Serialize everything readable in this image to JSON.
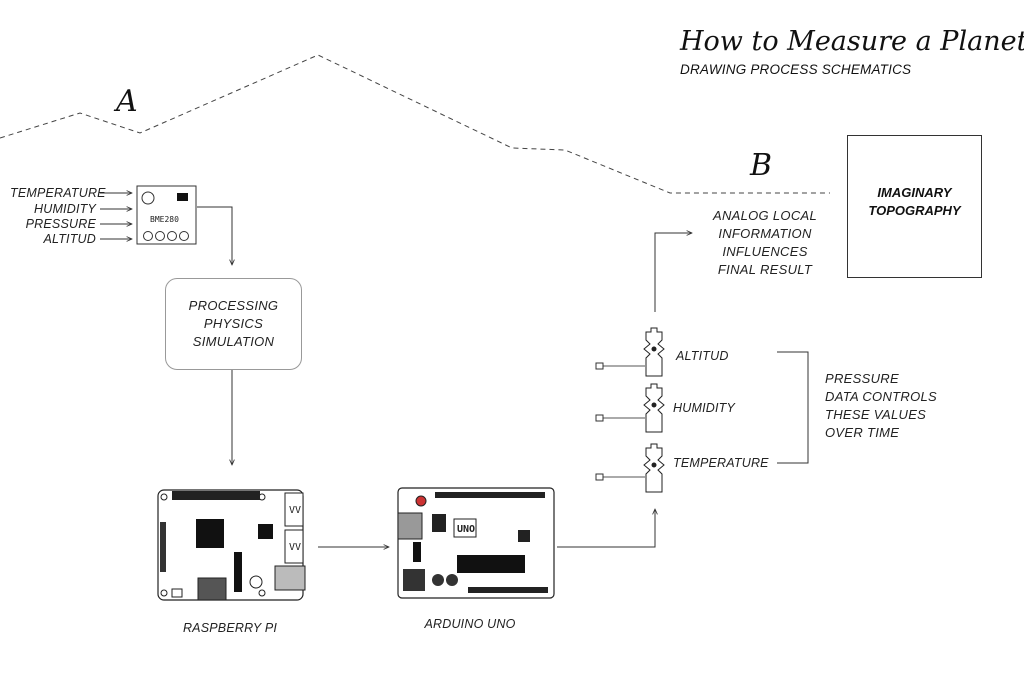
{
  "header": {
    "title": "How to Measure a Planet",
    "subtitle": "DRAWING PROCESS SCHEMATICS"
  },
  "markers": {
    "a": "A",
    "b": "B"
  },
  "sensor": {
    "inputs": [
      "TEMPERATURE",
      "HUMIDITY",
      "PRESSURE",
      "ALTITUD"
    ],
    "chip_label": "BME280"
  },
  "processing": {
    "lines": [
      "PROCESSING",
      "PHYSICS",
      "SIMULATION"
    ]
  },
  "boards": {
    "raspberry_pi": "RASPBERRY PI",
    "arduino": "ARDUINO UNO",
    "arduino_logo": "UNO"
  },
  "servos": [
    "ALTITUD",
    "HUMIDITY",
    "TEMPERATURE"
  ],
  "pressure_note": {
    "lines": [
      "PRESSURE",
      "DATA CONTROLS",
      "THESE VALUES",
      "OVER TIME"
    ]
  },
  "analog_note": {
    "lines": [
      "ANALOG LOCAL",
      "INFORMATION",
      "INFLUENCES",
      "FINAL RESULT"
    ]
  },
  "topography": {
    "lines": [
      "IMAGINARY",
      "TOPOGRAPHY"
    ]
  }
}
